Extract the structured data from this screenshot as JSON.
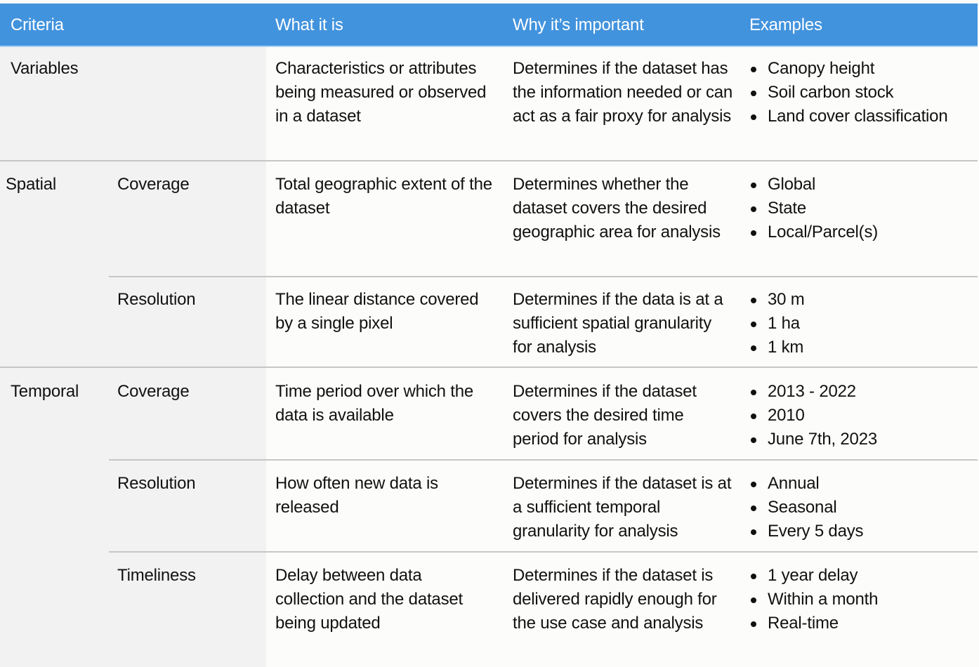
{
  "header": {
    "criteria": "Criteria",
    "what_it_is": "What it is",
    "why_important": "Why it’s important",
    "examples": "Examples"
  },
  "colors": {
    "header_bg": "#4293dd",
    "criteria_bg": "#f2f2f2",
    "body_bg": "#fcfcfa",
    "divider": "#c6c6c6"
  },
  "groups": {
    "variables": "Variables",
    "spatial": "Spatial",
    "temporal": "Temporal"
  },
  "rows": [
    {
      "sub": "",
      "what": "Characteristics or attributes being measured or observed in a dataset",
      "why": "Determines if the dataset has the information needed or can act as a fair proxy for analysis",
      "examples": [
        "Canopy height",
        "Soil carbon stock",
        "Land cover classification"
      ]
    },
    {
      "sub": "Coverage",
      "what": "Total geographic extent of the dataset",
      "why": "Determines whether the dataset covers the desired geographic area for analysis",
      "examples": [
        "Global",
        "State",
        "Local/Parcel(s)"
      ]
    },
    {
      "sub": "Resolution",
      "what": "The linear distance covered by a single pixel",
      "why": "Determines if the data is at a sufficient spatial granularity for analysis",
      "examples": [
        "30 m",
        "1 ha",
        "1 km"
      ]
    },
    {
      "sub": "Coverage",
      "what": "Time period over which the data is available",
      "why": "Determines if the dataset covers the desired time period for analysis",
      "examples": [
        "2013 - 2022",
        "2010",
        "June 7th, 2023"
      ]
    },
    {
      "sub": "Resolution",
      "what": "How often new data is released",
      "why": "Determines if the dataset is at a  sufficient temporal granularity for analysis",
      "examples": [
        "Annual",
        "Seasonal",
        "Every 5 days"
      ]
    },
    {
      "sub": "Timeliness",
      "what": "Delay between data collection and the dataset being updated",
      "why": "Determines if the dataset is delivered rapidly enough for the use case and analysis",
      "examples": [
        "1 year delay",
        "Within a month",
        "Real-time"
      ]
    }
  ]
}
